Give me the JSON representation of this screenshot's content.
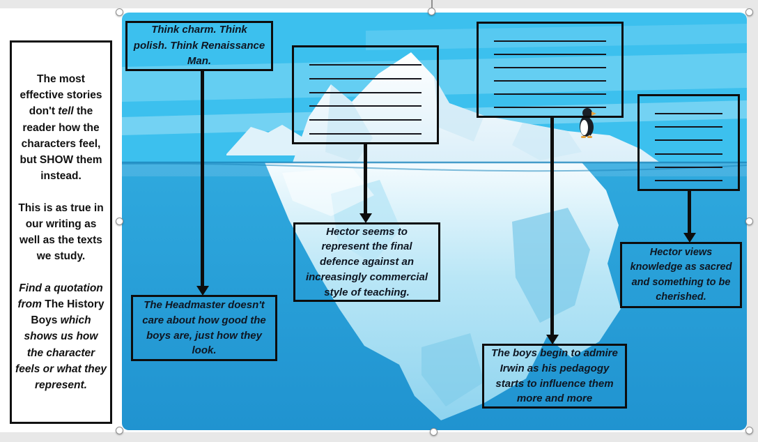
{
  "app": {
    "canvas_bg": "#e8e8e8",
    "slide_bg": "#ffffff"
  },
  "instruction_panel": {
    "p1a": "The most effective stories don't ",
    "p1b": "tell",
    "p1c": " the reader how the characters feel, but SHOW them instead.",
    "p2": "This is as true in our writing as well as the texts we study.",
    "p3a": "Find a quotation from ",
    "p3b": "The History Boys",
    "p3c": " which shows us how the character feels or what they represent."
  },
  "callouts": {
    "think": "Think charm. Think polish. Think Renaissance Man.",
    "headmaster": "The Headmaster doesn't care about how good the boys are, just how they look.",
    "hector_defence": "Hector seems to represent the final defence against an increasingly commercial style of teaching.",
    "irwin": "The boys begin to admire Irwin as his pedagogy starts to influence them more and more",
    "hector_knowledge": "Hector views knowledge as sacred and something to be cherished."
  },
  "quote_boxes": {
    "count": 3,
    "lines_per_box": 6
  },
  "scene": {
    "sky": "#3cc0ee",
    "sky_band_light": "#7fd7f5",
    "sky_band_lighter": "#a9e4f8",
    "water_top": "#2fa9de",
    "water_deep": "#2093d0",
    "waterline": "#1b86bd",
    "iceberg_above_light": "#ffffff",
    "iceberg_above": "#dbeff9",
    "iceberg_above_shade": "#cfeaf6",
    "iceberg_below_light": "#f4fbfe",
    "iceberg_below_mid": "#b9e6f6",
    "iceberg_below": "#8fd4ef",
    "iceberg_below_shadow": "#7fcbe9",
    "distant_berg": "#dff2fa",
    "penguin": "#1b1f26",
    "penguin_beak": "#e8a13c"
  }
}
